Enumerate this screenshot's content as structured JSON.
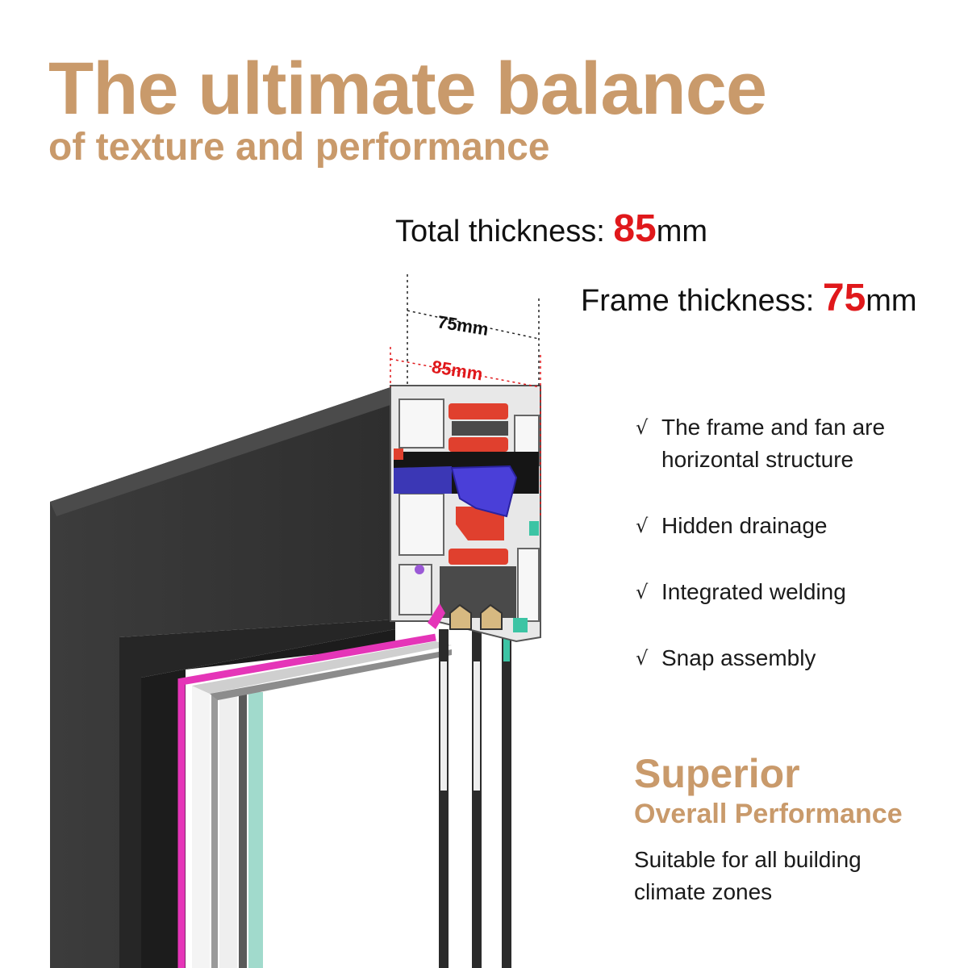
{
  "headline": {
    "title": "The ultimate balance",
    "subtitle": "of texture and performance"
  },
  "specs": {
    "total": {
      "label": "Total thickness: ",
      "value": "85",
      "unit": "mm"
    },
    "frame": {
      "label": "Frame thickness: ",
      "value": "75",
      "unit": "mm"
    }
  },
  "dimensions": {
    "inner": "75mm",
    "outer": "85mm"
  },
  "features": {
    "check_symbol": "√",
    "items": [
      "The frame and fan are horizontal structure",
      "Hidden drainage",
      "Integrated welding",
      "Snap assembly"
    ]
  },
  "performance": {
    "title": "Superior",
    "subtitle": "Overall Performance",
    "description": "Suitable for all building climate zones"
  },
  "colors": {
    "accent_gold": "#c99a6b",
    "highlight_red": "#e0181b",
    "frame_dark": "#3a3a3a",
    "gasket_magenta": "#e535b8",
    "gasket_teal": "#3cc4a4",
    "insulation_red": "#e0402e",
    "thermal_break_blue": "#4a3fd8"
  }
}
